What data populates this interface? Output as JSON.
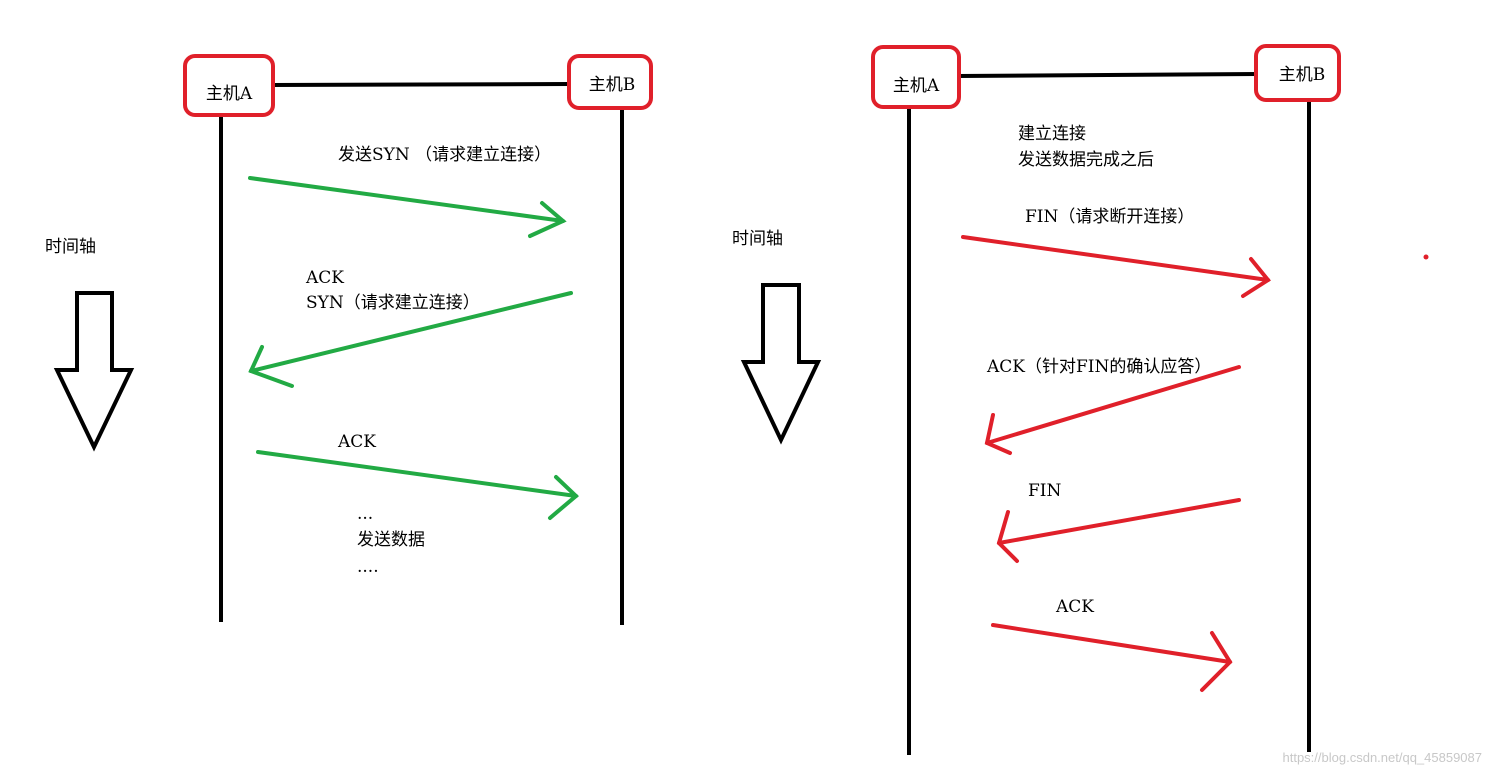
{
  "colors": {
    "green": "#22aa44",
    "red": "#e0202a",
    "black": "#000000",
    "box": "#e0202a"
  },
  "left": {
    "host_a": "主机A",
    "host_b": "主机B",
    "timeline": "时间轴",
    "msg1": "发送SYN （请求建立连接）",
    "msg2_line1": "ACK",
    "msg2_line2": "SYN（请求建立连接）",
    "msg3": "ACK",
    "data_line1": "...",
    "data_line2": "发送数据",
    "data_line3": "...."
  },
  "right": {
    "host_a": "主机A",
    "host_b": "主机B",
    "timeline": "时间轴",
    "note_line1": "建立连接",
    "note_line2": "发送数据完成之后",
    "msg1": "FIN（请求断开连接）",
    "msg2": "ACK（针对FIN的确认应答）",
    "msg3": "FIN",
    "msg4": "ACK"
  },
  "watermark": "https://blog.csdn.net/qq_45859087"
}
